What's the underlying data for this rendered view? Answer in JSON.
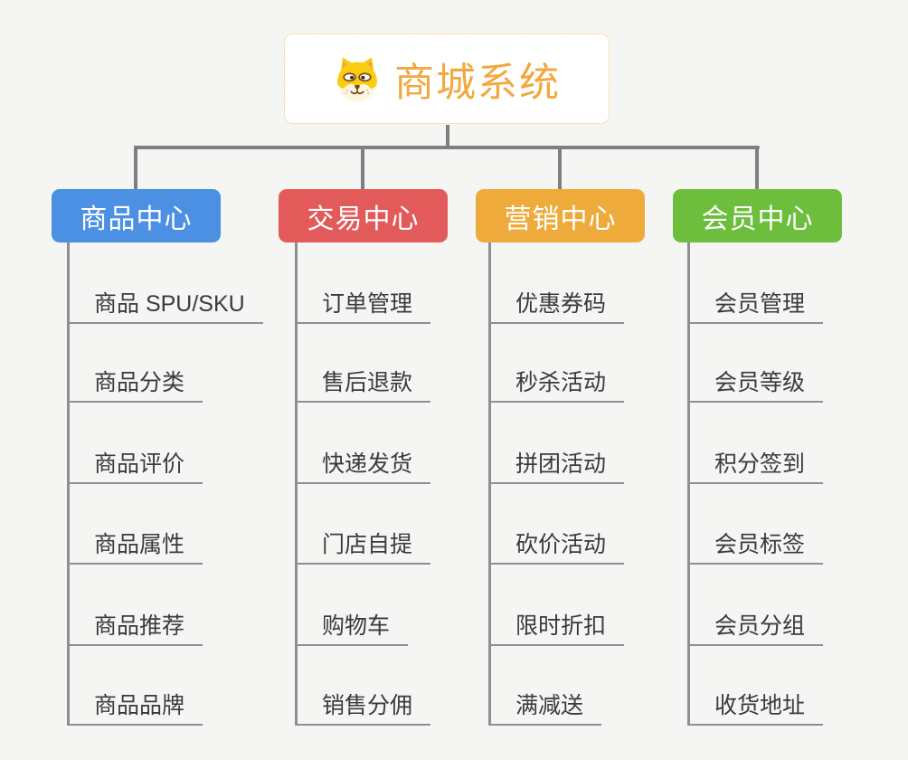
{
  "root": {
    "title": "商城系统",
    "icon": "dog-face-icon",
    "accent_color": "#F2A841",
    "border_color": "#F6C06A"
  },
  "branches": [
    {
      "label": "商品中心",
      "color": "#4B90E2",
      "children": [
        "商品 SPU/SKU",
        "商品分类",
        "商品评价",
        "商品属性",
        "商品推荐",
        "商品品牌"
      ]
    },
    {
      "label": "交易中心",
      "color": "#E35A5A",
      "children": [
        "订单管理",
        "售后退款",
        "快递发货",
        "门店自提",
        "购物车",
        "销售分佣"
      ]
    },
    {
      "label": "营销中心",
      "color": "#EEAB3B",
      "children": [
        "优惠券码",
        "秒杀活动",
        "拼团活动",
        "砍价活动",
        "限时折扣",
        "满减送"
      ]
    },
    {
      "label": "会员中心",
      "color": "#6CBE3C",
      "children": [
        "会员管理",
        "会员等级",
        "积分签到",
        "会员标签",
        "会员分组",
        "收货地址"
      ]
    }
  ],
  "colors": {
    "background": "#F5F5F4",
    "connector": "#7F7F7F",
    "leaf_line": "#8F8F8F",
    "leaf_text": "#3B3B3B"
  }
}
